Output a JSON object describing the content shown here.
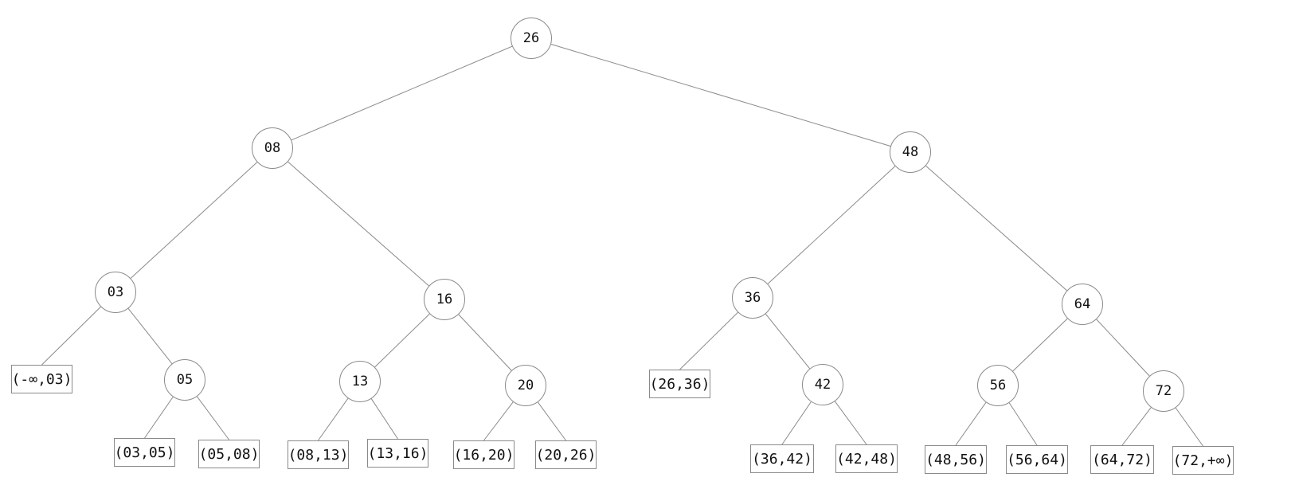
{
  "tree": {
    "nodes": [
      {
        "id": "n26",
        "label": "26"
      },
      {
        "id": "n08",
        "label": "08"
      },
      {
        "id": "n48",
        "label": "48"
      },
      {
        "id": "n03",
        "label": "03"
      },
      {
        "id": "n16",
        "label": "16"
      },
      {
        "id": "n36",
        "label": "36"
      },
      {
        "id": "n64",
        "label": "64"
      },
      {
        "id": "n05",
        "label": "05"
      },
      {
        "id": "n13",
        "label": "13"
      },
      {
        "id": "n20",
        "label": "20"
      },
      {
        "id": "n42",
        "label": "42"
      },
      {
        "id": "n56",
        "label": "56"
      },
      {
        "id": "n72",
        "label": "72"
      }
    ],
    "leaves": [
      {
        "id": "l0",
        "label": "(-∞,03)"
      },
      {
        "id": "l1",
        "label": "(03,05)"
      },
      {
        "id": "l2",
        "label": "(05,08)"
      },
      {
        "id": "l3",
        "label": "(08,13)"
      },
      {
        "id": "l4",
        "label": "(13,16)"
      },
      {
        "id": "l5",
        "label": "(16,20)"
      },
      {
        "id": "l6",
        "label": "(20,26)"
      },
      {
        "id": "l7",
        "label": "(26,36)"
      },
      {
        "id": "l8",
        "label": "(36,42)"
      },
      {
        "id": "l9",
        "label": "(42,48)"
      },
      {
        "id": "l10",
        "label": "(48,56)"
      },
      {
        "id": "l11",
        "label": "(56,64)"
      },
      {
        "id": "l12",
        "label": "(64,72)"
      },
      {
        "id": "l13",
        "label": "(72,+∞)"
      }
    ],
    "edges": [
      [
        "n26",
        "n08"
      ],
      [
        "n26",
        "n48"
      ],
      [
        "n08",
        "n03"
      ],
      [
        "n08",
        "n16"
      ],
      [
        "n48",
        "n36"
      ],
      [
        "n48",
        "n64"
      ],
      [
        "n03",
        "l0"
      ],
      [
        "n03",
        "n05"
      ],
      [
        "n05",
        "l1"
      ],
      [
        "n05",
        "l2"
      ],
      [
        "n16",
        "n13"
      ],
      [
        "n16",
        "n20"
      ],
      [
        "n13",
        "l3"
      ],
      [
        "n13",
        "l4"
      ],
      [
        "n20",
        "l5"
      ],
      [
        "n20",
        "l6"
      ],
      [
        "n36",
        "l7"
      ],
      [
        "n36",
        "n42"
      ],
      [
        "n42",
        "l8"
      ],
      [
        "n42",
        "l9"
      ],
      [
        "n64",
        "n56"
      ],
      [
        "n64",
        "n72"
      ],
      [
        "n56",
        "l10"
      ],
      [
        "n56",
        "l11"
      ],
      [
        "n72",
        "l12"
      ],
      [
        "n72",
        "l13"
      ]
    ],
    "edge_color": "#8a8a8a"
  }
}
